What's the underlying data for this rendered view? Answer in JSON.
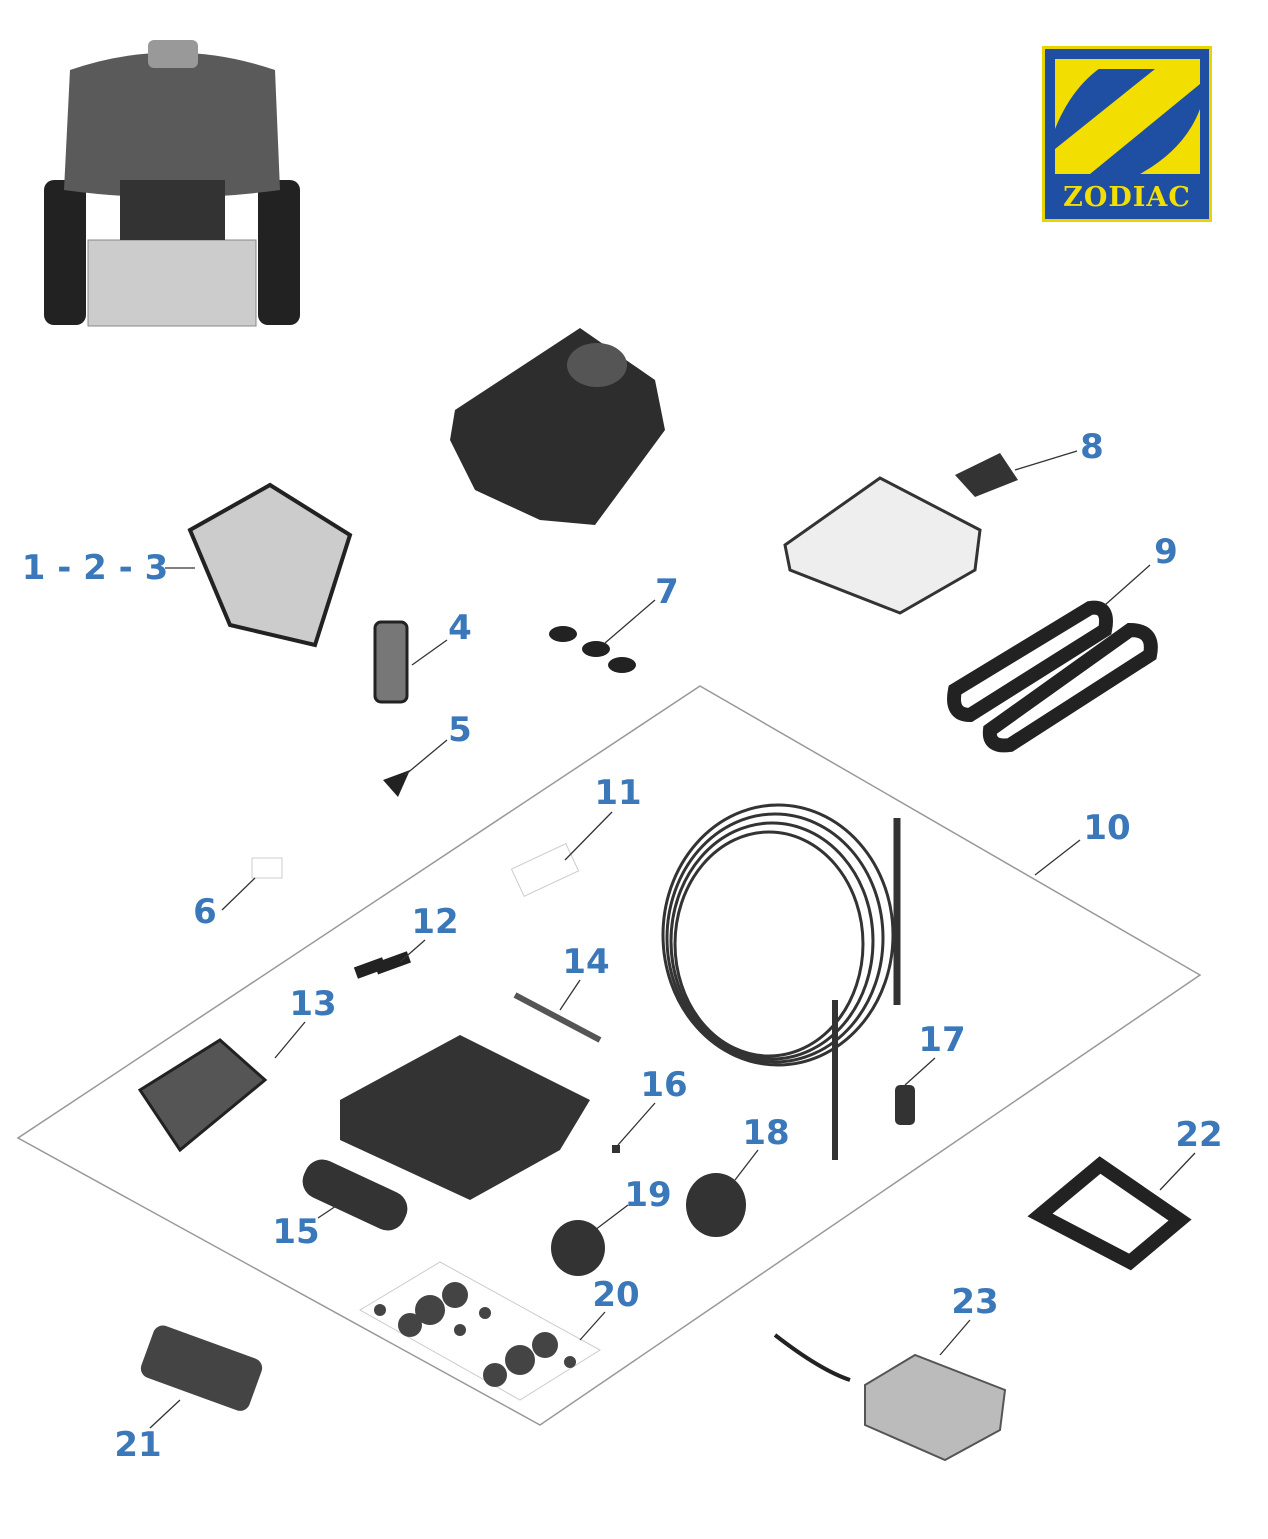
{
  "title": "Exploded parts diagram",
  "logo": {
    "text": "ZODIAC",
    "colors": {
      "background": "#1f4fa3",
      "accent": "#f2de00"
    }
  },
  "callout_color": "#3b78b9",
  "callouts": [
    {
      "id": "1-2-3",
      "label": "1 - 2 - 3",
      "part": "filter-basket"
    },
    {
      "id": "4",
      "label": "4",
      "part": "impeller-cartridge"
    },
    {
      "id": "5",
      "label": "5",
      "part": "propeller"
    },
    {
      "id": "6",
      "label": "6",
      "part": "screws"
    },
    {
      "id": "7",
      "label": "7",
      "part": "plugs"
    },
    {
      "id": "8",
      "label": "8",
      "part": "handle-latch"
    },
    {
      "id": "9",
      "label": "9",
      "part": "tracks"
    },
    {
      "id": "10",
      "label": "10",
      "part": "motor-block-kit"
    },
    {
      "id": "11",
      "label": "11",
      "part": "screw-kit"
    },
    {
      "id": "12",
      "label": "12",
      "part": "clips"
    },
    {
      "id": "13",
      "label": "13",
      "part": "side-guards"
    },
    {
      "id": "14",
      "label": "14",
      "part": "shaft-rail"
    },
    {
      "id": "15",
      "label": "15",
      "part": "drive-roller"
    },
    {
      "id": "16",
      "label": "16",
      "part": "pin"
    },
    {
      "id": "17",
      "label": "17",
      "part": "swivel"
    },
    {
      "id": "18",
      "label": "18",
      "part": "wheel"
    },
    {
      "id": "19",
      "label": "19",
      "part": "wheel-small"
    },
    {
      "id": "20",
      "label": "20",
      "part": "gear-set"
    },
    {
      "id": "21",
      "label": "21",
      "part": "brush"
    },
    {
      "id": "22",
      "label": "22",
      "part": "carry-handle"
    },
    {
      "id": "23",
      "label": "23",
      "part": "power-supply"
    }
  ]
}
